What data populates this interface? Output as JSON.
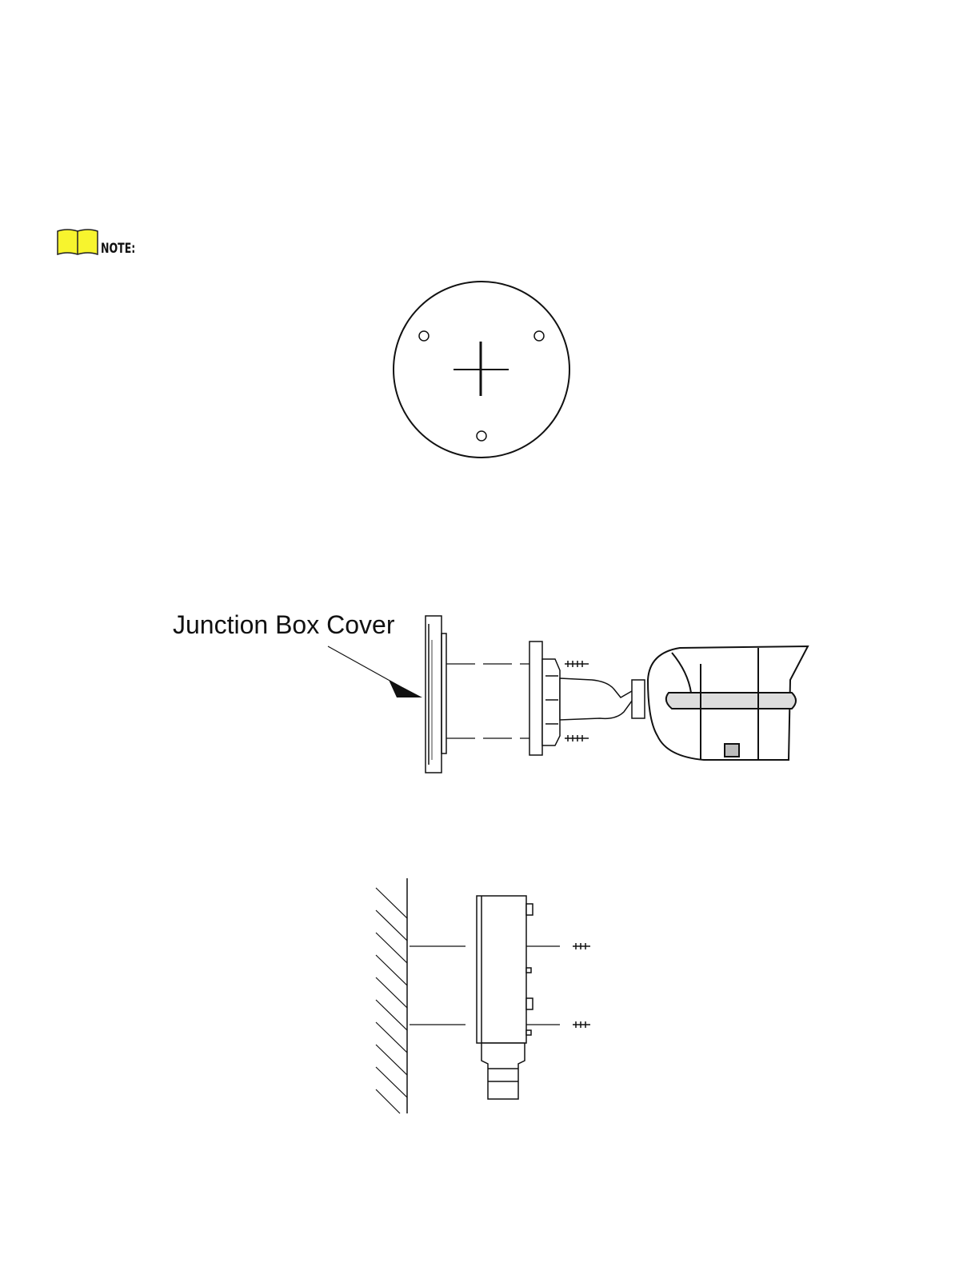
{
  "note": {
    "icon": "note-book-icon",
    "label": "NOTE:",
    "icon_color": "#f7f42e"
  },
  "figures": {
    "drill_template": {
      "name": "drill-template-figure"
    },
    "camera_mount": {
      "callout": "Junction Box Cover"
    },
    "junction_box_wall": {
      "name": "junction-box-wall-figure"
    }
  }
}
